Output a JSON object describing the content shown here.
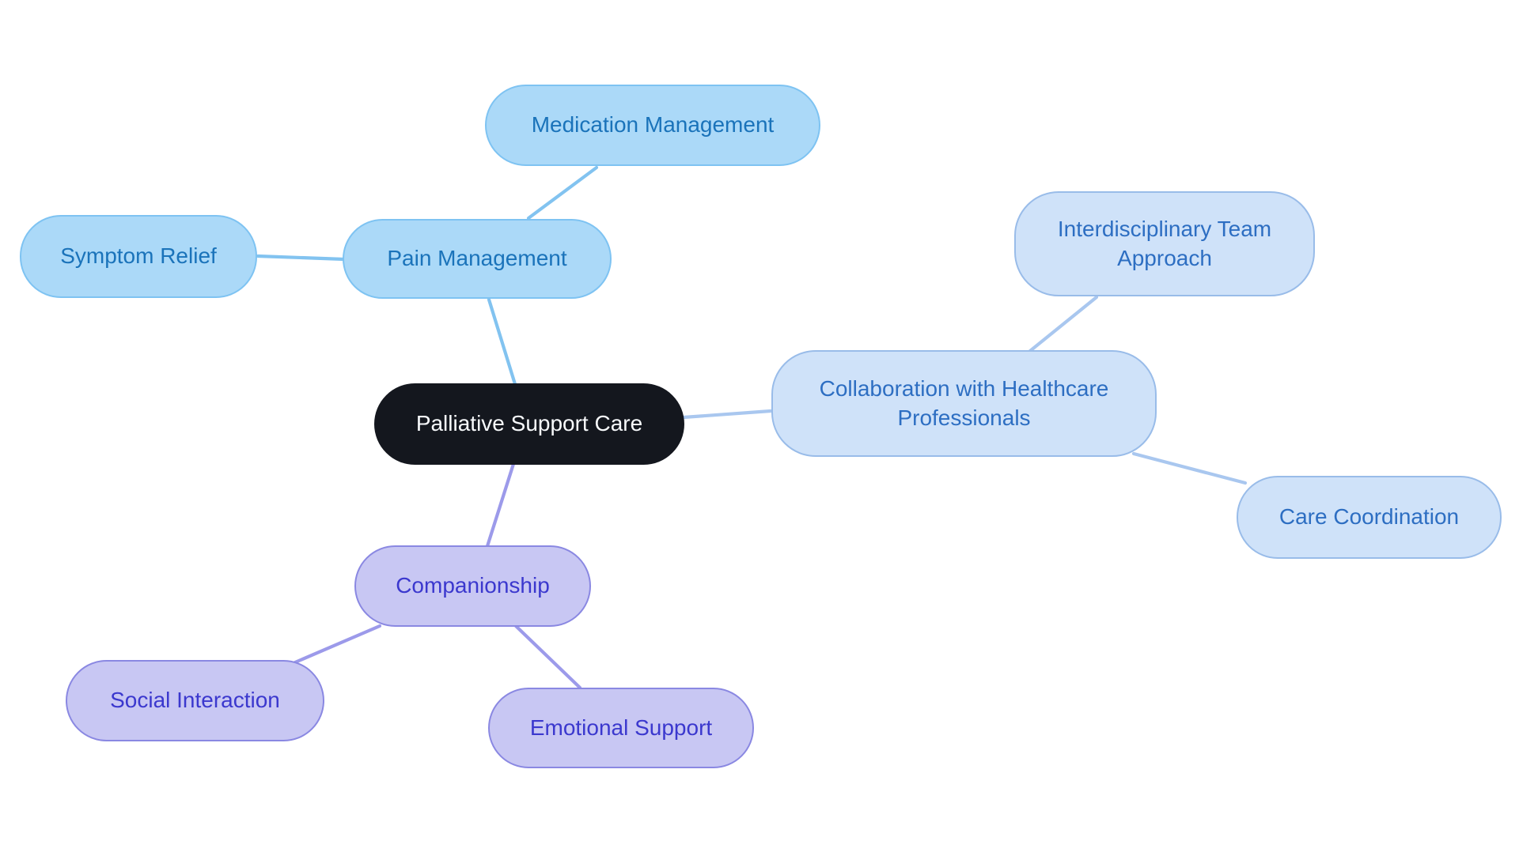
{
  "mindmap": {
    "background_color": "#ffffff",
    "root": {
      "label": "Palliative Support Care",
      "fill": "#14171e",
      "text_color": "#f8fafc"
    },
    "branches": [
      {
        "label": "Pain Management",
        "fill": "#abd9f8",
        "border": "#7ec3f2",
        "text_color": "#1a73ba",
        "link_color": "#82c3f0",
        "children": [
          {
            "label": "Medication Management"
          },
          {
            "label": "Symptom Relief"
          }
        ]
      },
      {
        "label": "Collaboration with Healthcare Professionals",
        "fill": "#cfe2f9",
        "border": "#99bce9",
        "text_color": "#2d6ec2",
        "link_color": "#a9c7ef",
        "children": [
          {
            "label": "Interdisciplinary Team Approach"
          },
          {
            "label": "Care Coordination"
          }
        ]
      },
      {
        "label": "Companionship",
        "fill": "#c8c7f3",
        "border": "#8a88e2",
        "text_color": "#3b38ce",
        "link_color": "#9c9aea",
        "children": [
          {
            "label": "Social Interaction"
          },
          {
            "label": "Emotional Support"
          }
        ]
      }
    ]
  }
}
